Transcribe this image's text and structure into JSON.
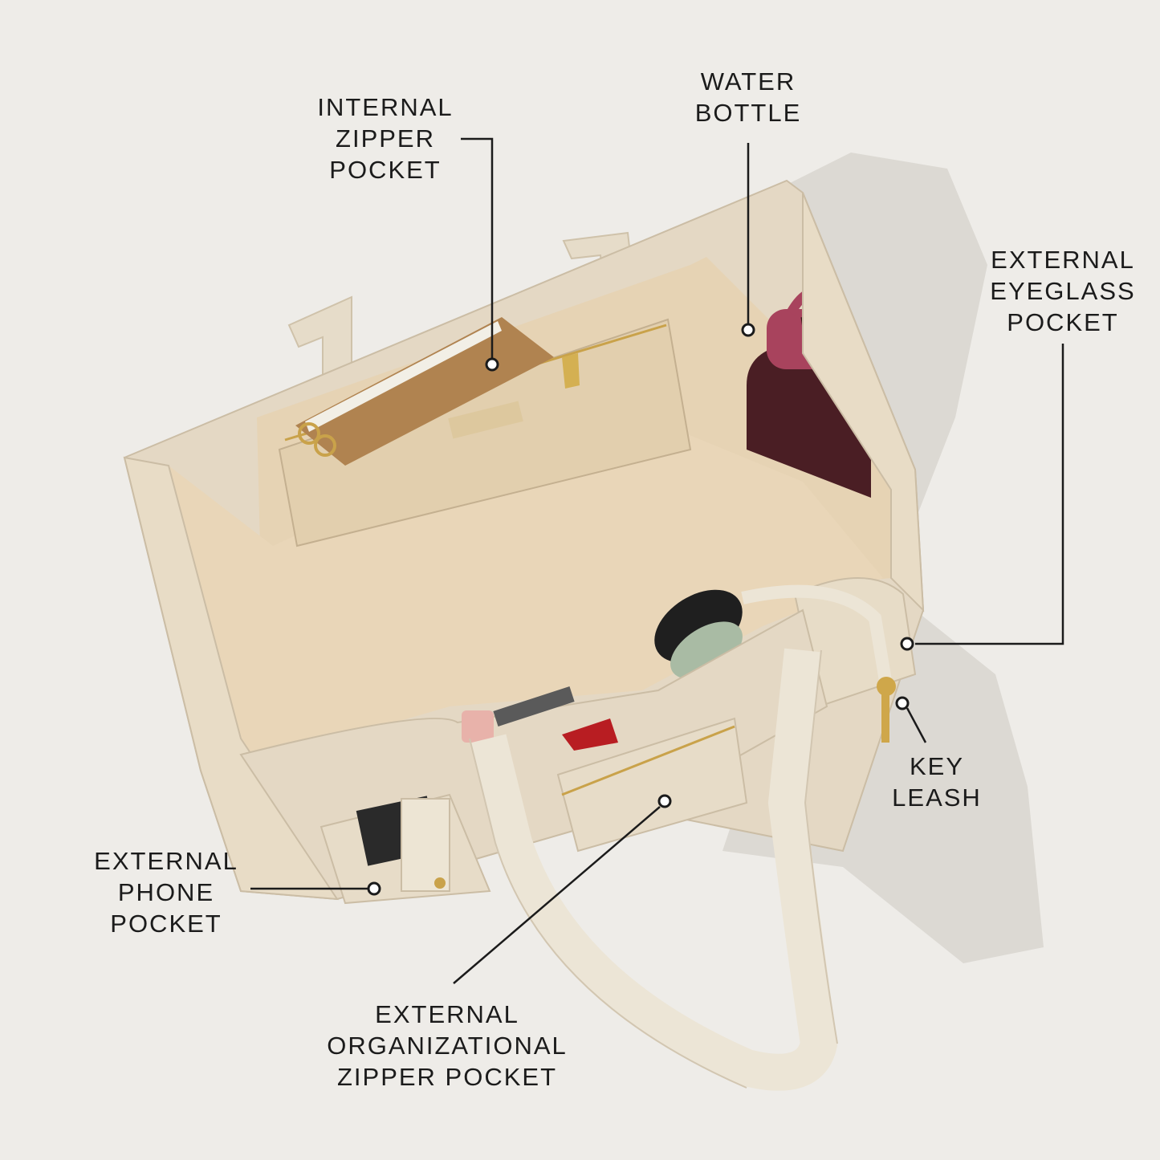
{
  "colors": {
    "background": "#eeece8",
    "canvas": "#e4d8c4",
    "lining": "#e9d6b8",
    "bottle": "#4a1e24",
    "bottle_cap": "#a8435d",
    "leader_line": "#1b1b1b"
  },
  "callouts": {
    "internal_zipper_pocket": {
      "lines": [
        "INTERNAL",
        "ZIPPER",
        "POCKET"
      ]
    },
    "water_bottle": {
      "lines": [
        "WATER",
        "BOTTLE"
      ]
    },
    "external_eyeglass_pocket": {
      "lines": [
        "EXTERNAL",
        "EYEGLASS",
        "POCKET"
      ]
    },
    "key_leash": {
      "lines": [
        "KEY",
        "LEASH"
      ]
    },
    "external_phone_pocket": {
      "lines": [
        "EXTERNAL",
        "PHONE",
        "POCKET"
      ]
    },
    "external_organizational_zipper_pocket": {
      "lines": [
        "EXTERNAL",
        "ORGANIZATIONAL",
        "ZIPPER POCKET"
      ]
    }
  }
}
